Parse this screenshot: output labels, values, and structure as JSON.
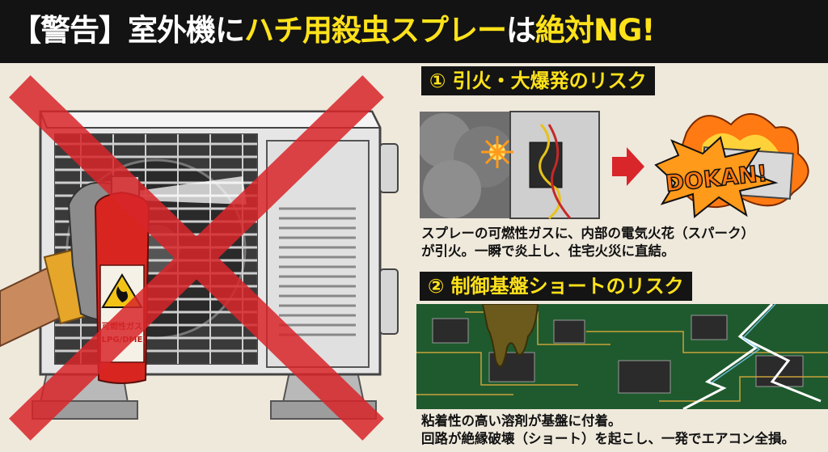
{
  "title": {
    "prefix": "【警告】室外機に",
    "highlight": "ハチ用殺虫スプレー",
    "mid": "は",
    "suffix_highlight": "絶対NG!"
  },
  "spray_can": {
    "label_line1": "可燃性ガス",
    "label_line2": "(LPG/DME)"
  },
  "section1": {
    "heading": "① 引火・大爆発のリスク",
    "burst_text": "DOKAN!",
    "caption_line1": "スプレーの可燃性ガスに、内部の電気火花（スパーク）",
    "caption_line2": "が引火。一瞬で炎上し、住宅火災に直結。"
  },
  "section2": {
    "heading": "② 制御基盤ショートのリスク",
    "caption_line1": "粘着性の高い溶剤が基盤に付着。",
    "caption_line2": "回路が絶縁破壊（ショート）を起こし、一発でエアコン全損。"
  },
  "colors": {
    "header_bg": "#131313",
    "highlight": "#ffe21a",
    "warning_red": "#d8262a",
    "background": "#efe9dc",
    "pcb_green": "#1f5a2e"
  }
}
